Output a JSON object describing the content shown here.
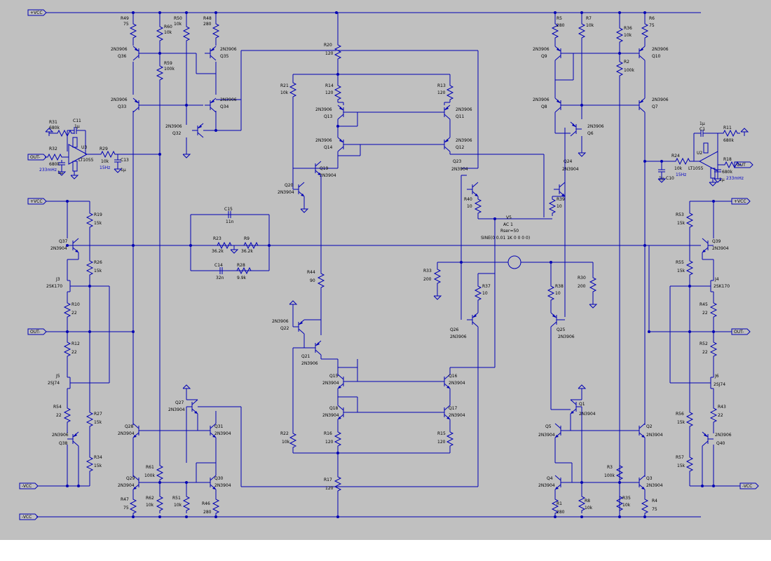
{
  "ports": {
    "vcc_tl": "+VCC",
    "vcc_ml": "+VCC",
    "vcc_mr": "+VCC",
    "nvcc_ml": "-VCC",
    "nvcc_bl": "-VCC",
    "nvcc_mr": "-VCC",
    "out_l": "OUT-",
    "out_r": "OUT-",
    "in_l": "OUT-",
    "in_r": "OUT"
  },
  "labels": {
    "R49": "R49",
    "R49v": "75",
    "R60": "R60",
    "R60v": "10k",
    "R50": "R50",
    "R50v": "10k",
    "R48": "R48",
    "R48v": "280",
    "R59": "R59",
    "R59v": "100k",
    "Q36": "Q36",
    "Q36t": "2N3906",
    "Q35": "Q35",
    "Q35t": "2N3906",
    "Q33": "Q33",
    "Q33t": "2N3906",
    "Q34": "Q34",
    "Q34t": "2N3906",
    "Q32": "Q32",
    "Q32t": "2N3906",
    "R31": "R31",
    "R31v": "680k",
    "C11": "C11",
    "C11v": "1µ",
    "U3": "U3",
    "U3t": "LT1055",
    "R32": "R32",
    "R32v": "680k",
    "f233l": "233mHz",
    "R29": "R29",
    "R29v": "10k",
    "f15l": "15Hz",
    "C13": "C13",
    "C13v": "1µ",
    "C12v": "1µ",
    "R20": "R20",
    "R20v": "120",
    "R21": "R21",
    "R21v": "10k",
    "R14": "R14",
    "R14v": "120",
    "R13": "R13",
    "R13v": "120",
    "Q13": "Q13",
    "Q13t": "2N3906",
    "Q11": "Q11",
    "Q11t": "2N3906",
    "Q14": "Q14",
    "Q14t": "2N3906",
    "Q12": "Q12",
    "Q12t": "2N3906",
    "Q19": "Q19",
    "Q19t": "2N3904",
    "Q20": "Q20",
    "Q20t": "2N3904",
    "Q23": "Q23",
    "Q23t": "2N3904",
    "Q24": "Q24",
    "Q24t": "2N3904",
    "R40": "R40",
    "R40v": "10",
    "R39": "R39",
    "R39v": "10",
    "V5": "V5",
    "V5a": "AC 1",
    "V5b": "Rser=50",
    "V5c": "SINE(0 0.01 1K 0 0 0 0)",
    "C15": "C15",
    "C15v": "11n",
    "R23": "R23",
    "R23v": "36.2k",
    "R9": "R9",
    "R9v": "36.2k",
    "C14": "C14",
    "C14v": "32n",
    "R28": "R28",
    "R28v": "9.9k",
    "R44": "R44",
    "R44v": "90",
    "R33": "R33",
    "R33v": "200",
    "R30": "R30",
    "R30v": "200",
    "R37": "R37",
    "R37v": "10",
    "R38": "R38",
    "R38v": "10",
    "Q26": "Q26",
    "Q26t": "2N3906",
    "Q25": "Q25",
    "Q25t": "2N3906",
    "Q22": "Q22",
    "Q22t": "2N3906",
    "Q21": "Q21",
    "Q21t": "2N3906",
    "Q15": "Q15",
    "Q15t": "2N3904",
    "Q16": "Q16",
    "Q16t": "2N3904",
    "Q18": "Q18",
    "Q18t": "2N3904",
    "Q17": "Q17",
    "Q17t": "2N3904",
    "R22": "R22",
    "R22v": "10k",
    "R16": "R16",
    "R16v": "120",
    "R15": "R15",
    "R15v": "120",
    "R17": "R17",
    "R17v": "120",
    "Q37": "Q37",
    "Q37t": "2N3904",
    "R19": "R19",
    "R19v": "15k",
    "R26": "R26",
    "R26v": "15k",
    "J3": "J3",
    "J3t": "2SK170",
    "R10": "R10",
    "R10v": "22",
    "R12": "R12",
    "R12v": "22",
    "J5": "J5",
    "J5t": "2SJ74",
    "R54": "R54",
    "R54v": "22",
    "R27": "R27",
    "R27v": "15k",
    "Q38": "Q38",
    "Q38t": "2N3906",
    "R34": "R34",
    "R34v": "15k",
    "Q27": "Q27",
    "Q27t": "2N3904",
    "Q28": "Q28",
    "Q28t": "2N3904",
    "Q31": "Q31",
    "Q31t": "2N3904",
    "Q29": "Q29",
    "Q29t": "2N3904",
    "Q30": "Q30",
    "Q30t": "2N3904",
    "R61": "R61",
    "R61v": "100k",
    "R47": "R47",
    "R47v": "75",
    "R62": "R62",
    "R62v": "10k",
    "R51": "R51",
    "R51v": "10k",
    "R46": "R46",
    "R46v": "280",
    "R5": "R5",
    "R5v": "280",
    "R7": "R7",
    "R7v": "10k",
    "R36": "R36",
    "R36v": "10k",
    "R6": "R6",
    "R6v": "75",
    "R2": "R2",
    "R2v": "100k",
    "Q9": "Q9",
    "Q9t": "2N3906",
    "Q10": "Q10",
    "Q10t": "2N3906",
    "Q8": "Q8",
    "Q8t": "2N3906",
    "Q7": "Q7",
    "Q7t": "2N3906",
    "Q6": "Q6",
    "Q6t": "2N3906",
    "C1": "C1",
    "C1v": "1µ",
    "U2": "U2",
    "U2t": "LT1055",
    "R11": "R11",
    "R11v": "680k",
    "R24": "R24",
    "R24v": "10k",
    "f15r": "15Hz",
    "R18": "R18",
    "R18v": "680k",
    "f233r": "233mHz",
    "C10": "C10",
    "C10v": "1µ",
    "C9v": "1µ",
    "R53": "R53",
    "R53v": "15k",
    "Q39": "Q39",
    "Q39t": "2N3904",
    "R55": "R55",
    "R55v": "15k",
    "J4": "J4",
    "J4t": "2SK170",
    "R45": "R45",
    "R45v": "22",
    "R52": "R52",
    "R52v": "22",
    "J6": "J6",
    "J6t": "2SJ74",
    "R56": "R56",
    "R56v": "15k",
    "R43": "R43",
    "R43v": "22",
    "Q40": "Q40",
    "Q40t": "2N3906",
    "R57": "R57",
    "R57v": "15k",
    "Q1": "Q1",
    "Q1t": "2N3904",
    "Q5": "Q5",
    "Q5t": "2N3904",
    "Q2": "Q2",
    "Q2t": "2N3904",
    "Q4": "Q4",
    "Q4t": "2N3904",
    "Q3": "Q3",
    "Q3t": "2N3904",
    "R3": "R3",
    "R3v": "100k",
    "R1": "R1",
    "R1v": "280",
    "R8": "R8",
    "R8v": "10k",
    "R35": "R35",
    "R35v": "10k",
    "R4": "R4",
    "R4v": "75"
  }
}
